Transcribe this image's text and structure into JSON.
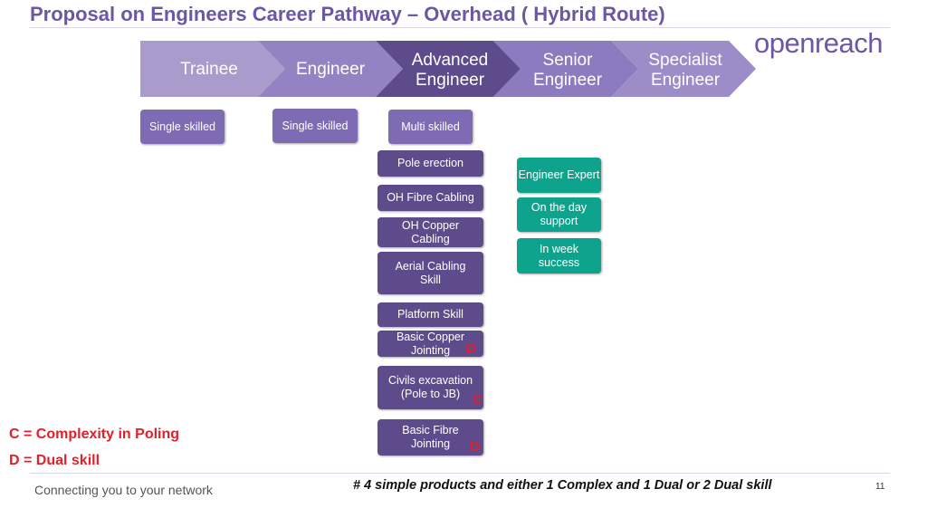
{
  "title": "Proposal on Engineers Career Pathway – Overhead ( Hybrid Route)",
  "logo": "openreach",
  "pathway": [
    {
      "lines": [
        "Trainee"
      ]
    },
    {
      "lines": [
        "Engineer"
      ]
    },
    {
      "lines": [
        "Advanced",
        "Engineer"
      ]
    },
    {
      "lines": [
        "Senior",
        "Engineer"
      ]
    },
    {
      "lines": [
        "Specialist",
        "Engineer"
      ]
    }
  ],
  "levels": {
    "trainee": "Single skilled",
    "engineer": "Single skilled",
    "advanced": "Multi skilled"
  },
  "advanced_skills": [
    {
      "label": "Pole erection",
      "mark": ""
    },
    {
      "label": "OH Fibre Cabling",
      "mark": ""
    },
    {
      "label": "OH Copper Cabling",
      "mark": ""
    },
    {
      "label": "Aerial Cabling Skill",
      "mark": ""
    },
    {
      "label": "Platform Skill",
      "mark": ""
    },
    {
      "label": "Basic Copper Jointing",
      "mark": "D"
    },
    {
      "label": "Civils excavation (Pole to JB)",
      "mark": "C"
    },
    {
      "label": "Basic Fibre Jointing",
      "mark": "D"
    }
  ],
  "senior_items": [
    "Engineer Expert",
    "On the day support",
    "In week success"
  ],
  "legend": {
    "c": "C = Complexity in Poling",
    "d": "D = Dual skill"
  },
  "footer": {
    "tagline": "Connecting you to your network",
    "note": "# 4 simple products and either 1 Complex and 1 Dual or 2 Dual skill",
    "page": "11"
  },
  "colors": {
    "chevron_light": "#a99bcc",
    "chevron_mid": "#8c7cbf",
    "chevron_dark": "#5e4b8b",
    "box_purple": "#5e4b8b",
    "box_purple_light": "#7e6bb3",
    "box_green": "#0ea38c",
    "marker_red": "#e0202a"
  }
}
